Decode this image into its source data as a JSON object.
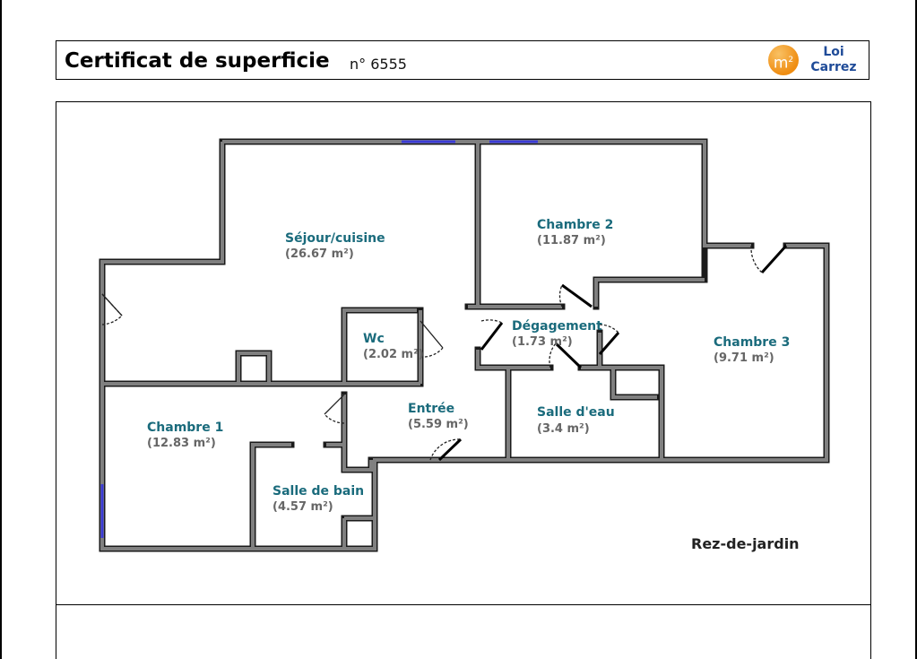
{
  "header": {
    "title": "Certificat de superficie",
    "number": "n° 6555",
    "logo": {
      "badge": "m",
      "badge_exponent": "2",
      "line1": "Loi",
      "line2": "Carrez",
      "color": "#1f4b98",
      "badge_color": "#ef8d12"
    }
  },
  "plan": {
    "floor_name": "Rez-de-jardin",
    "wall_color": "#777777",
    "window_color": "#3b3bd6",
    "rooms": [
      {
        "id": "sejour",
        "name": "Séjour/cuisine",
        "area": "(26.67 m²)"
      },
      {
        "id": "chambre2",
        "name": "Chambre 2",
        "area": "(11.87 m²)"
      },
      {
        "id": "degagement",
        "name": "Dégagement",
        "area": "(1.73 m²)"
      },
      {
        "id": "chambre3",
        "name": "Chambre 3",
        "area": "(9.71 m²)"
      },
      {
        "id": "wc",
        "name": "Wc",
        "area": "(2.02 m²)"
      },
      {
        "id": "entree",
        "name": "Entrée",
        "area": "(5.59 m²)"
      },
      {
        "id": "salle-eau",
        "name": "Salle d'eau",
        "area": "(3.4 m²)"
      },
      {
        "id": "chambre1",
        "name": "Chambre 1",
        "area": "(12.83 m²)"
      },
      {
        "id": "salle-bain",
        "name": "Salle de bain",
        "area": "(4.57 m²)"
      }
    ]
  }
}
